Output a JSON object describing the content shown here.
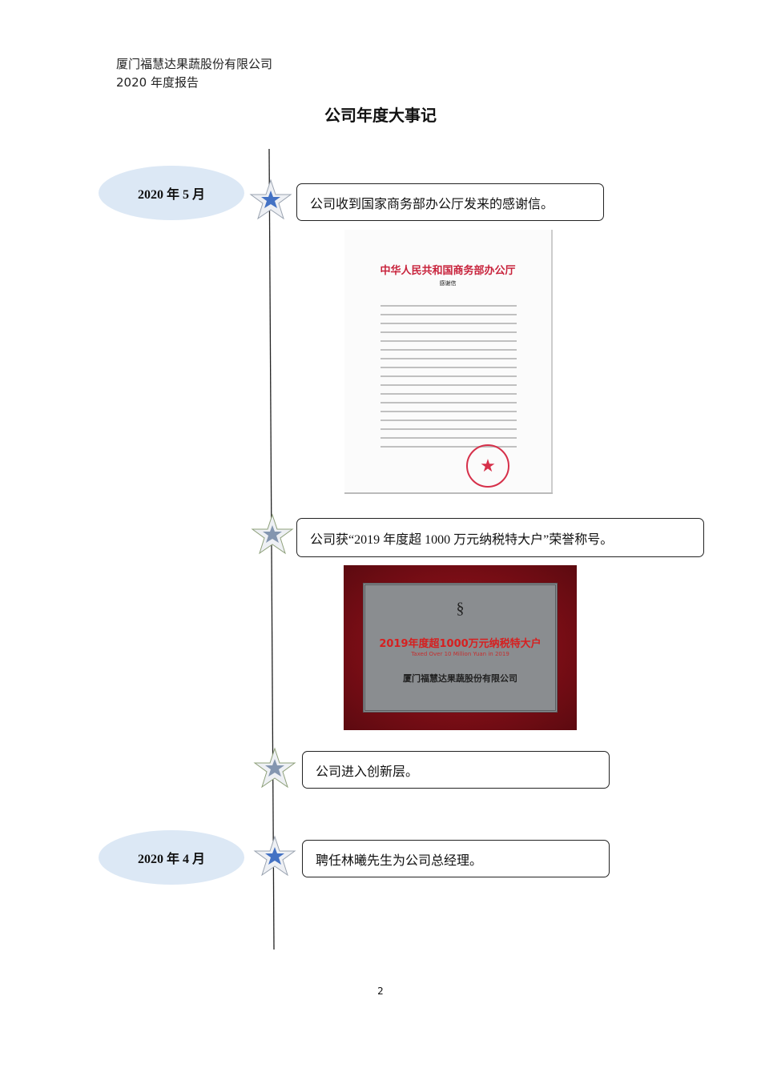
{
  "header": {
    "company": "厦门福慧达果蔬股份有限公司",
    "report": "2020 年度报告"
  },
  "title": "公司年度大事记",
  "timeline": [
    {
      "date": "2020 年 5 月",
      "text": "公司收到国家商务部办公厅发来的感谢信。",
      "star_color": "#4472c4"
    },
    {
      "date": "",
      "text": "公司获“2019 年度超 1000 万元纳税特大户”荣誉称号。",
      "star_color": "#8496b0"
    },
    {
      "date": "",
      "text": "公司进入创新层。",
      "star_color": "#8496b0"
    },
    {
      "date": "2020 年 4 月",
      "text": "聘任林曦先生为公司总经理。",
      "star_color": "#4472c4"
    }
  ],
  "letter_image": {
    "heading": "中华人民共和国商务部办公厅",
    "subheading": "感谢信"
  },
  "plaque_image": {
    "heading": "2019年度超1000万元纳税特大户",
    "english": "Taxed Over 10 Million Yuan in 2019",
    "company": "厦门福慧达果蔬股份有限公司"
  },
  "page_number": "2"
}
